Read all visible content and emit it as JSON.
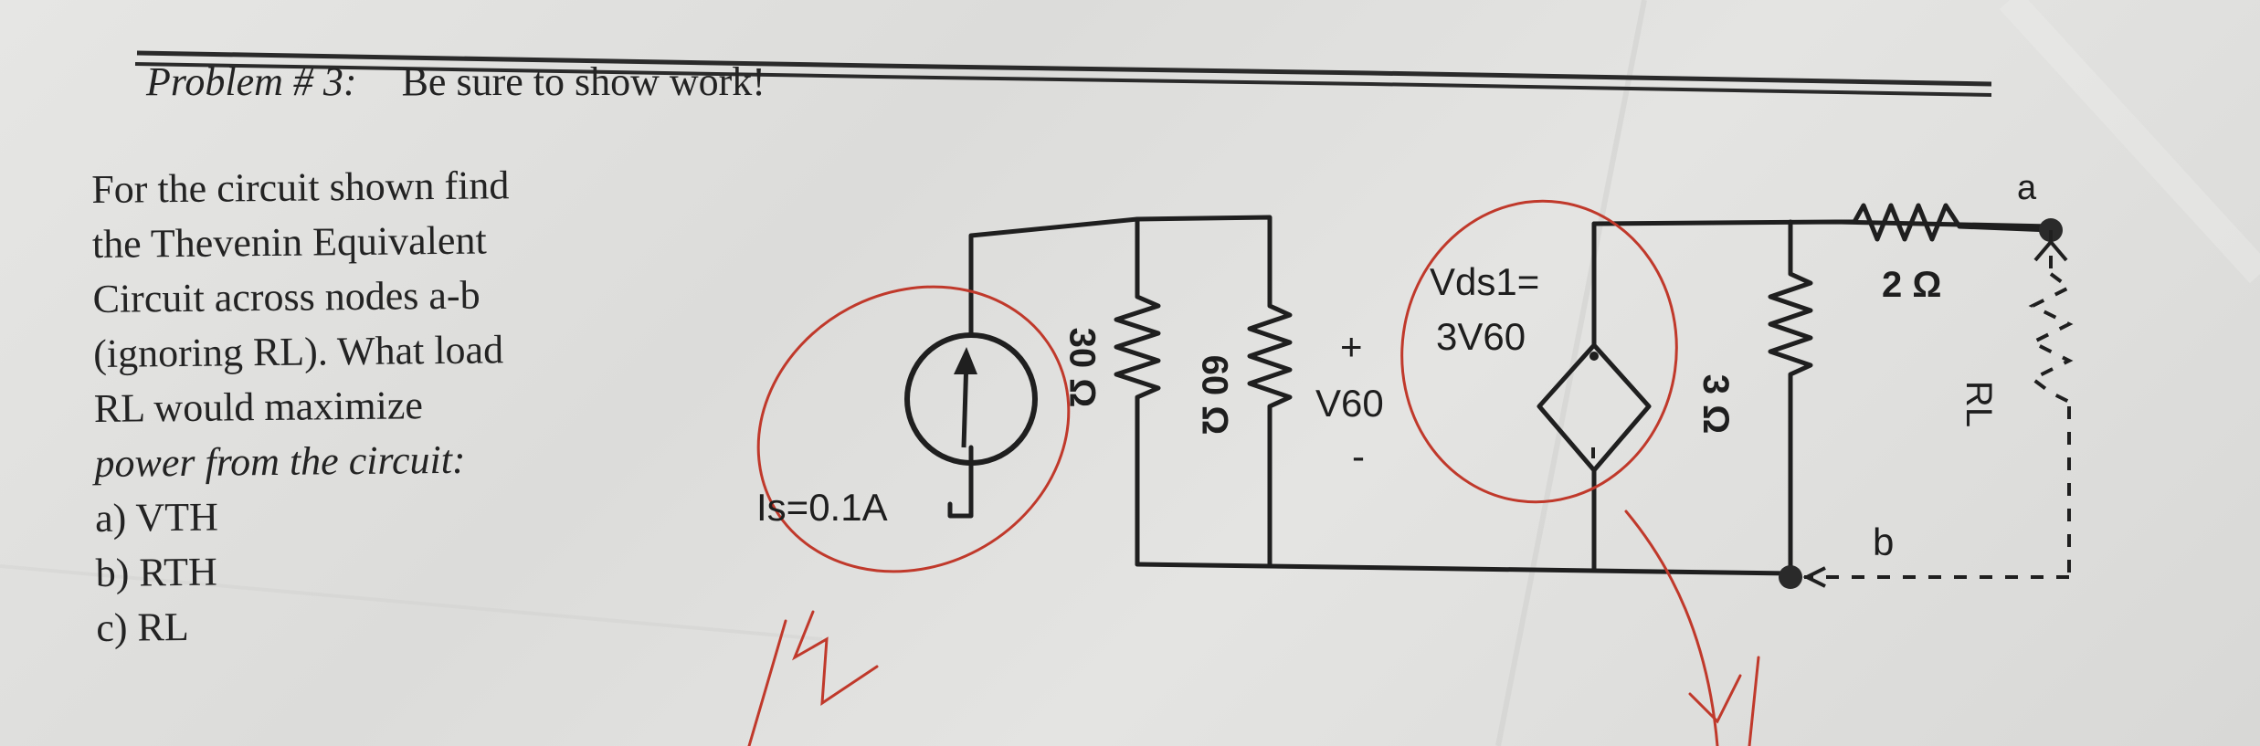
{
  "problem": {
    "heading": "Problem # 3:",
    "instruction": "Be sure to show work!",
    "lines": [
      "For the circuit shown find",
      "the Thevenin Equivalent",
      "Circuit across nodes a-b",
      "(ignoring RL).  What load",
      "RL would maximize",
      "power from the circuit:"
    ],
    "parts": [
      "a)  VTH",
      "b)  RTH",
      "c)  RL"
    ]
  },
  "circuit": {
    "source_label": "Is=0.1A",
    "r1_label": "30 Ω",
    "r2_label": "60 Ω",
    "v60_plus": "+",
    "v60_label": "V60",
    "v60_minus": "-",
    "dep_source_label_1": "Vds1=",
    "dep_source_label_2": "3V60",
    "r3_label": "3 Ω",
    "r4_label": "2 Ω",
    "node_a": "a",
    "node_b": "b",
    "load_label": "RL"
  },
  "colors": {
    "ink": "#1f1f1f",
    "annotation_red": "#c0392b",
    "paper": "#e2e2e0"
  }
}
